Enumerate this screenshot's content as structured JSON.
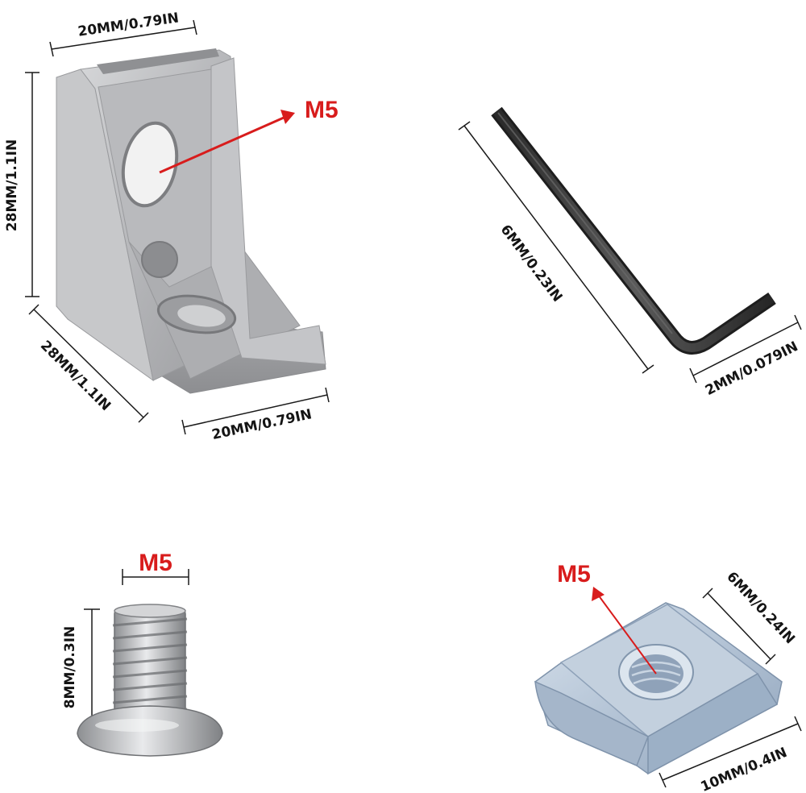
{
  "bracket": {
    "top_width": "20MM/0.79IN",
    "height": "28MM/1.1IN",
    "depth": "28MM/1.1IN",
    "bottom_width": "20MM/0.79IN",
    "thread": "M5"
  },
  "hex_key": {
    "long_arm": "6MM/0.23IN",
    "short_arm": "2MM/0.079IN"
  },
  "screw": {
    "thread": "M5",
    "length": "8MM/0.3IN"
  },
  "t_nut": {
    "thread": "M5",
    "width": "6MM/0.24IN",
    "length": "10MM/0.4IN"
  },
  "colors": {
    "label_red": "#d81c1c",
    "dimension_line": "#1a1a1a",
    "aluminum": "#b9babc",
    "steel_dark": "#3c3c3c",
    "zinc_blue": "#b6c5d6"
  }
}
